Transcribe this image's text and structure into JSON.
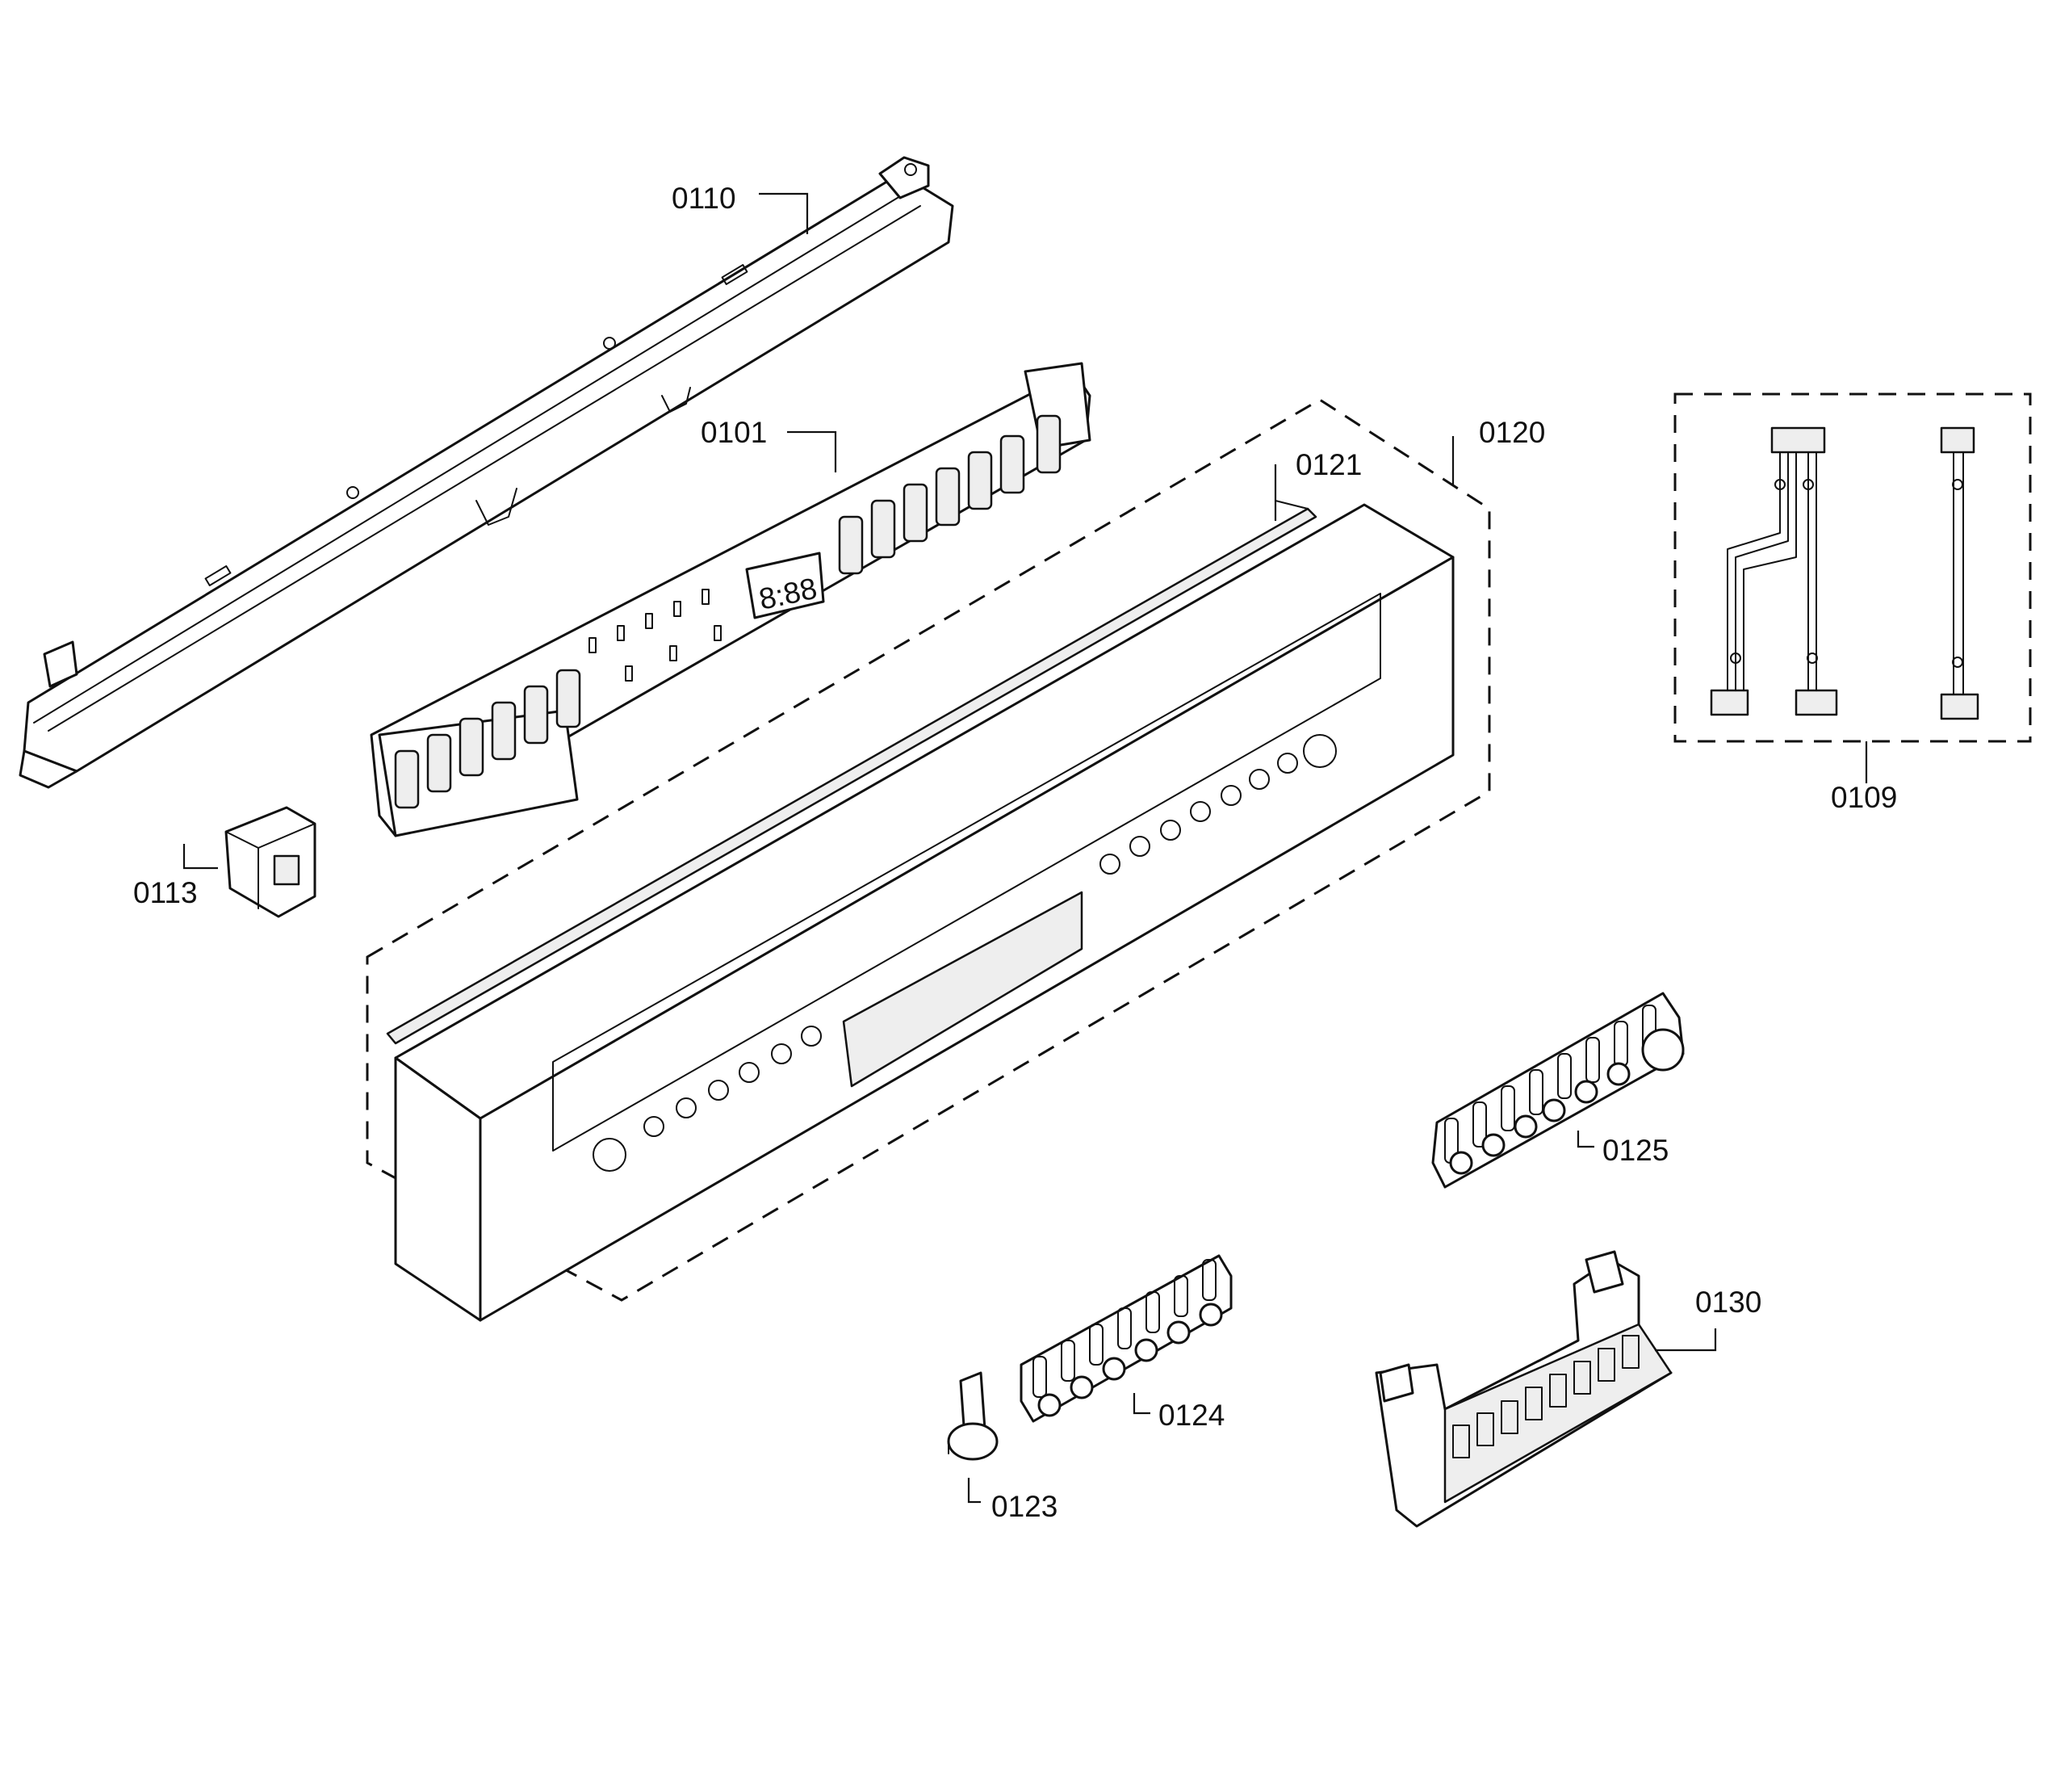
{
  "parts": [
    {
      "id": "p0110",
      "number": "0110",
      "name": "control panel support bracket"
    },
    {
      "id": "p0101",
      "number": "0101",
      "name": "control module"
    },
    {
      "id": "p0120",
      "number": "0120",
      "name": "control panel assembly"
    },
    {
      "id": "p0121",
      "number": "0121",
      "name": "seal strip"
    },
    {
      "id": "p0109",
      "number": "0109",
      "name": "wire harness set"
    },
    {
      "id": "p0113",
      "number": "0113",
      "name": "switch"
    },
    {
      "id": "p0125",
      "number": "0125",
      "name": "button set right"
    },
    {
      "id": "p0130",
      "number": "0130",
      "name": "button carrier"
    },
    {
      "id": "p0124",
      "number": "0124",
      "name": "button set left"
    },
    {
      "id": "p0123",
      "number": "0123",
      "name": "single button"
    }
  ]
}
